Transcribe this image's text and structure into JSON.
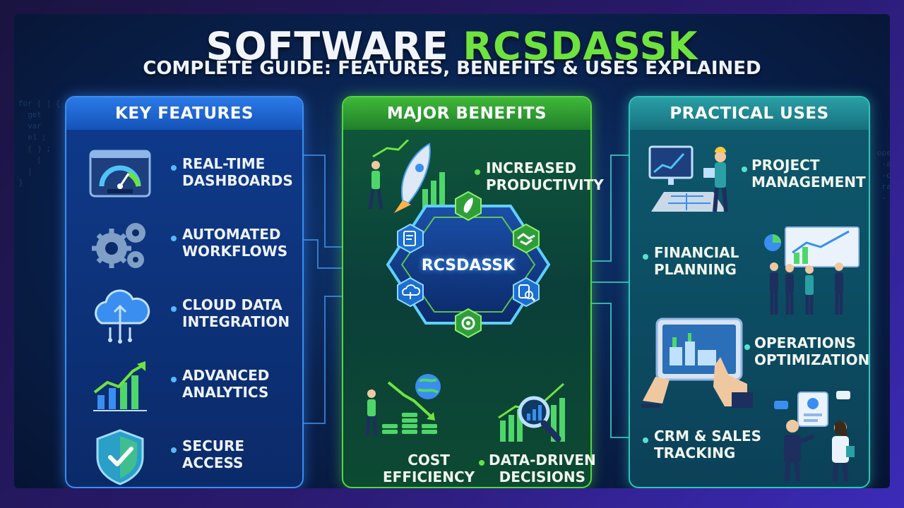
{
  "title": {
    "main": "SOFTWARE ",
    "accent": "RCSDASSK",
    "subtitle": "COMPLETE GUIDE: FEATURES, BENEFITS & USES EXPLAINED"
  },
  "hub": {
    "name": "RCSDASSK"
  },
  "features": {
    "heading": "KEY FEATURES",
    "items": [
      {
        "label": "REAL-TIME\nDASHBOARDS",
        "icon": "speedometer-icon"
      },
      {
        "label": "AUTOMATED\nWORKFLOWS",
        "icon": "gears-icon"
      },
      {
        "label": "CLOUD DATA\nINTEGRATION",
        "icon": "cloud-upload-icon"
      },
      {
        "label": "ADVANCED\nANALYTICS",
        "icon": "growth-chart-icon"
      },
      {
        "label": "SECURE\nACCESS",
        "icon": "shield-check-icon"
      }
    ]
  },
  "benefits": {
    "heading": "MAJOR BENEFITS",
    "items": [
      {
        "label": "INCREASED\nPRODUCTIVITY",
        "icon": "rocket-icon"
      },
      {
        "label": "COST\nEFFICIENCY",
        "icon": "coins-globe-icon"
      },
      {
        "label": "DATA-DRIVEN\nDECISIONS",
        "icon": "magnifier-chart-icon"
      }
    ]
  },
  "uses": {
    "heading": "PRACTICAL USES",
    "items": [
      {
        "label": "PROJECT\nMANAGEMENT",
        "icon": "engineer-blueprint-icon"
      },
      {
        "label": "FINANCIAL\nPLANNING",
        "icon": "team-presentation-icon"
      },
      {
        "label": "OPERATIONS\nOPTIMIZATION",
        "icon": "tablet-factory-icon"
      },
      {
        "label": "CRM & SALES\nTRACKING",
        "icon": "customer-meeting-icon"
      }
    ]
  },
  "colors": {
    "accent_green": "#6ee33f",
    "blue": "#3a8ef0",
    "teal": "#2fc4b8"
  }
}
